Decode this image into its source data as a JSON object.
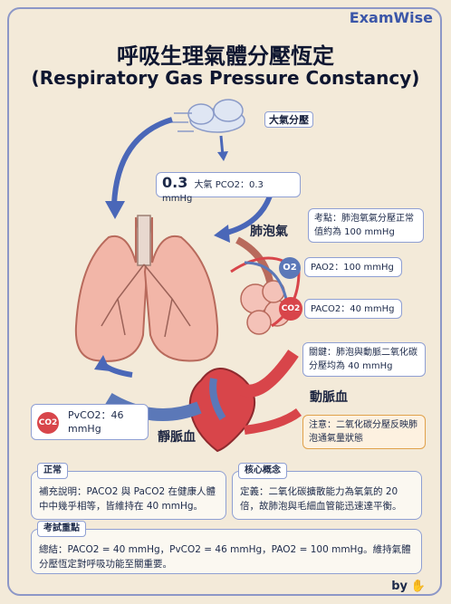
{
  "brand": "ExamWise",
  "title": "呼吸生理氣體分壓恆定",
  "subtitle": "(Respiratory Gas Pressure Constancy)",
  "atmosphere": {
    "label": "大氣分壓",
    "value": "0.3",
    "text": "大氣 PCO2：0.3 mmHg"
  },
  "alveoli_label": "肺泡氣",
  "key_point": "考點：肺泡氧氣分壓正常值約為 100 mmHg",
  "o2_chip": "O2",
  "co2_chip": "CO2",
  "pao2": "PAO2：100 mmHg",
  "paco2": "PACO2：40 mmHg",
  "key_relation": "關鍵：肺泡與動脈二氧化碳分壓均為 40 mmHg",
  "artery_label": "動脈血",
  "vein_label": "靜脈血",
  "note": "注意：二氧化碳分壓反映肺泡通氣量狀態",
  "venous": {
    "chip": "CO2",
    "text": "PvCO2：46 mmHg"
  },
  "normal": {
    "tag": "正常",
    "text": "補充說明：PACO2 與 PaCO2 在健康人體中中幾乎相等，皆維持在 40 mmHg。"
  },
  "core": {
    "tag": "核心概念",
    "text": "定義：二氧化碳擴散能力為氧氣的 20 倍，故肺泡與毛細血管能迅速達平衡。"
  },
  "exam": {
    "tag": "考試重點",
    "text": "總結：PACO2 = 40 mmHg，PvCO2 = 46 mmHg，PAO2 = 100 mmHg。維持氣體分壓恆定對呼吸功能至關重要。"
  },
  "footer": "by",
  "colors": {
    "accent": "#3b56a8",
    "lung": "#f2b6a8",
    "artery": "#d8454a",
    "vein": "#5b78b8"
  }
}
